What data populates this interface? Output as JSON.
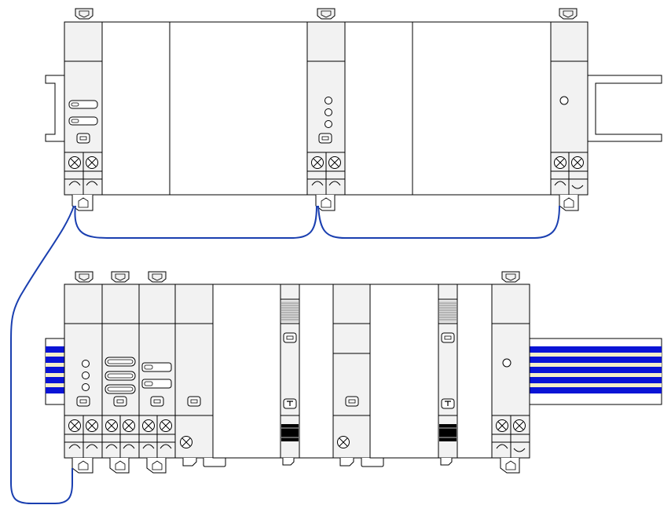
{
  "diagram": {
    "description_free": true,
    "colors": {
      "background": "#ffffff",
      "outline": "#000000",
      "module_fill": "#f2f2f2",
      "panel_fill": "#ffffff",
      "cable": "#1a3fb0",
      "busbar_blue": "#0a14d6",
      "busbar_cream": "#f5efc8",
      "connector_dark": "#000000"
    },
    "top_rail": {
      "modules": [
        {
          "kind": "controller-module",
          "indicators": "two-slots",
          "terminals": 2
        },
        {
          "kind": "blank-panel"
        },
        {
          "kind": "blank-panel"
        },
        {
          "kind": "controller-module",
          "indicators": "three-leds",
          "terminals": 2
        },
        {
          "kind": "blank-panel"
        },
        {
          "kind": "blank-panel"
        },
        {
          "kind": "end-module",
          "indicators": "one-led",
          "terminals": 2
        }
      ]
    },
    "bottom_rail": {
      "busbar_stripes": 4,
      "modules": [
        {
          "kind": "io-module",
          "indicators": "three-leds",
          "terminals": 2
        },
        {
          "kind": "io-module",
          "indicators": "three-slots",
          "terminals": 2
        },
        {
          "kind": "io-module",
          "indicators": "two-slots",
          "terminals": 2
        },
        {
          "kind": "io-module",
          "indicators": "none",
          "terminals": 1
        },
        {
          "kind": "blank-panel"
        },
        {
          "kind": "connector-module"
        },
        {
          "kind": "blank-panel"
        },
        {
          "kind": "io-module",
          "indicators": "none",
          "terminals": 1
        },
        {
          "kind": "blank-panel"
        },
        {
          "kind": "connector-module"
        },
        {
          "kind": "blank-panel"
        },
        {
          "kind": "end-module",
          "indicators": "one-led",
          "terminals": 2
        }
      ]
    },
    "cables": [
      {
        "from": "top-module-1",
        "to": "top-module-4"
      },
      {
        "from": "top-module-4",
        "to": "top-module-7"
      },
      {
        "from": "top-module-1",
        "to": "bottom-module-1"
      }
    ]
  }
}
